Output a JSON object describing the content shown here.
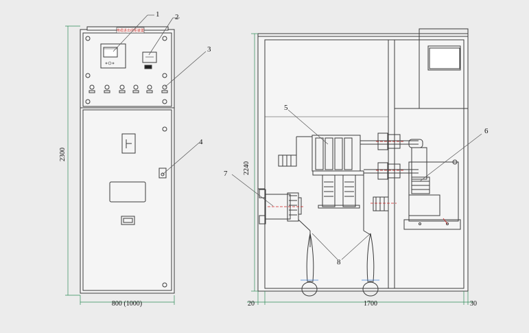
{
  "front_view": {
    "nameplate": "电缆进出线柜装置",
    "height_dim": "2300",
    "width_dim": "800 (1000)"
  },
  "side_view": {
    "height_dim": "2240",
    "left_dim": "20",
    "width_dim": "1700",
    "right_dim": "30"
  },
  "callouts": [
    "1",
    "2",
    "3",
    "4",
    "5",
    "6",
    "7",
    "8"
  ],
  "colors": {
    "line": "#3a3a3a",
    "dim_line": "#2e8b57",
    "accent_red": "#d02020",
    "accent_blue": "#3a7bd5",
    "background": "#ececec"
  }
}
